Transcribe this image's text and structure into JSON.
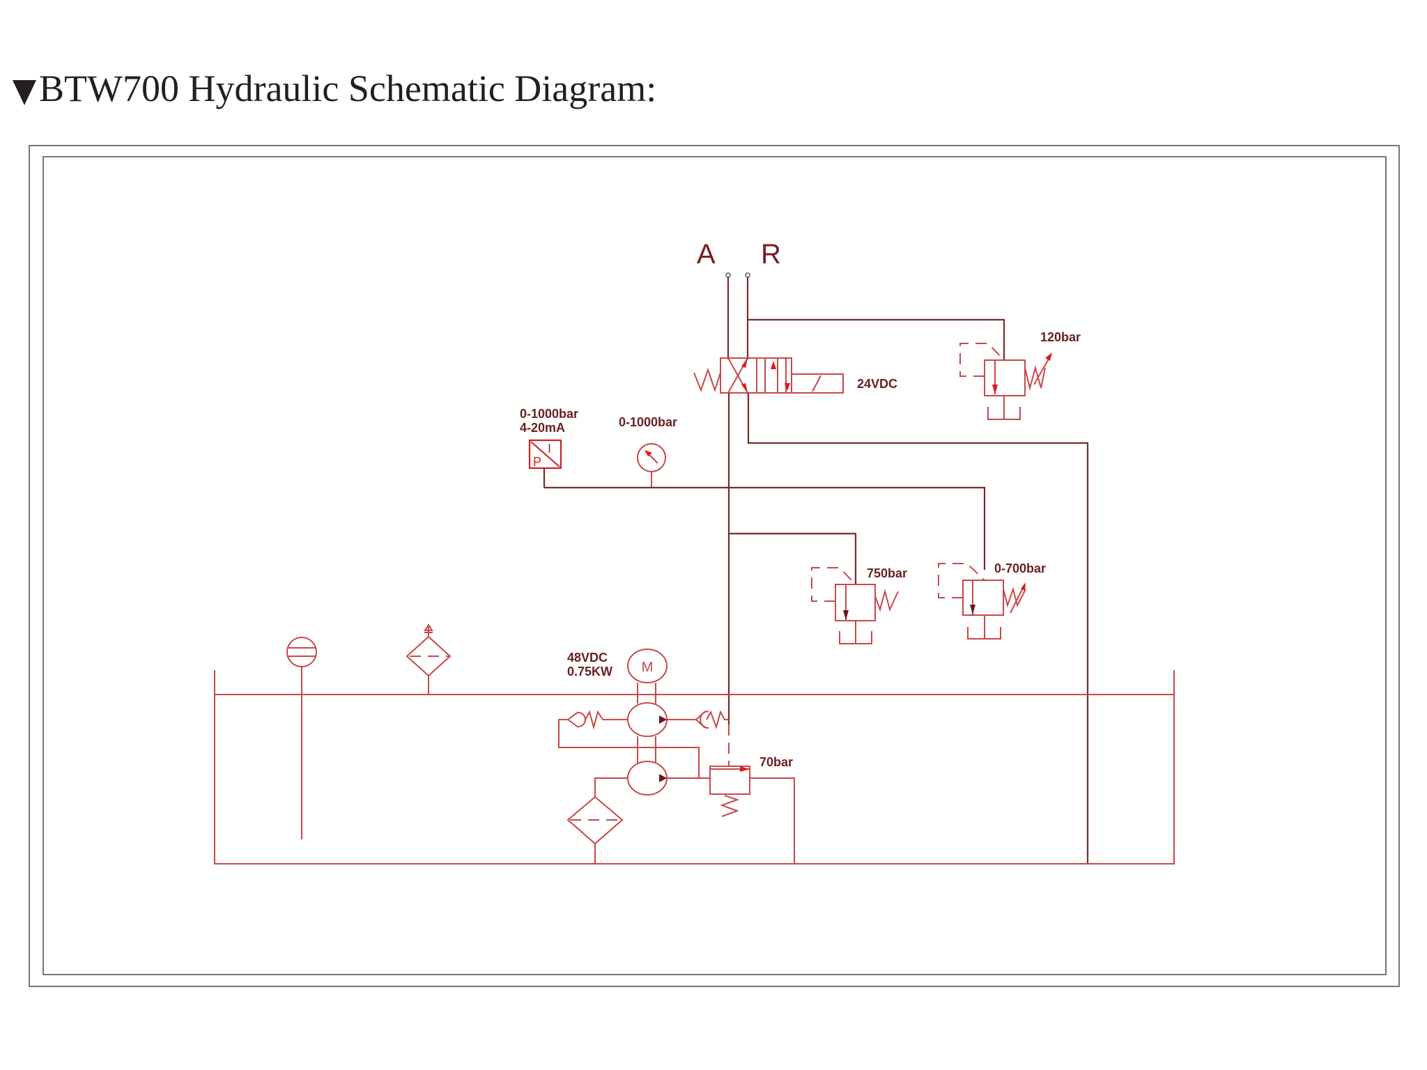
{
  "title": "BTW700 Hydraulic Schematic Diagram:",
  "ports": {
    "a": "A",
    "r": "R"
  },
  "components": {
    "directional_valve": {
      "voltage": "24VDC"
    },
    "relief_valve_return": {
      "setting": "120bar"
    },
    "pressure_transducer": {
      "range": "0-1000bar",
      "signal": "4-20mA",
      "symbol_p": "P",
      "symbol_i": "I"
    },
    "pressure_gauge": {
      "range": "0-1000bar"
    },
    "relief_valve_fixed": {
      "setting": "750bar"
    },
    "relief_valve_adjustable": {
      "setting": "0-700bar"
    },
    "motor": {
      "voltage": "48VDC",
      "power": "0.75KW",
      "symbol": "M"
    },
    "sequence_valve": {
      "setting": "70bar"
    }
  },
  "colors": {
    "line": "#c84848",
    "label": "#6b2020",
    "frame": "#555555"
  }
}
